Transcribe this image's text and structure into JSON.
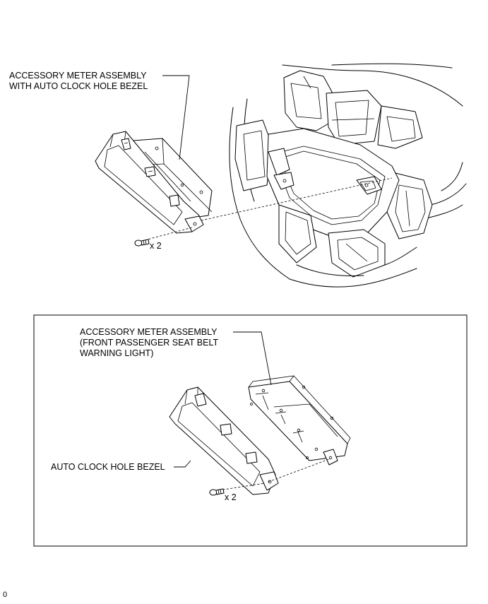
{
  "labels": {
    "top_assembly_line1": "ACCESSORY METER ASSEMBLY",
    "top_assembly_line2": "WITH AUTO CLOCK HOLE BEZEL",
    "top_screw_count": "x 2",
    "inset_assembly_line1": "ACCESSORY METER ASSEMBLY",
    "inset_assembly_line2": "(FRONT PASSENGER SEAT BELT",
    "inset_assembly_line3": "WARNING LIGHT)",
    "inset_bezel": "AUTO CLOCK HOLE BEZEL",
    "inset_screw_count": "x 2",
    "corner_code": "0"
  },
  "icons": [
    "screw-icon"
  ],
  "colors": {
    "line": "#000000",
    "background": "#ffffff"
  }
}
